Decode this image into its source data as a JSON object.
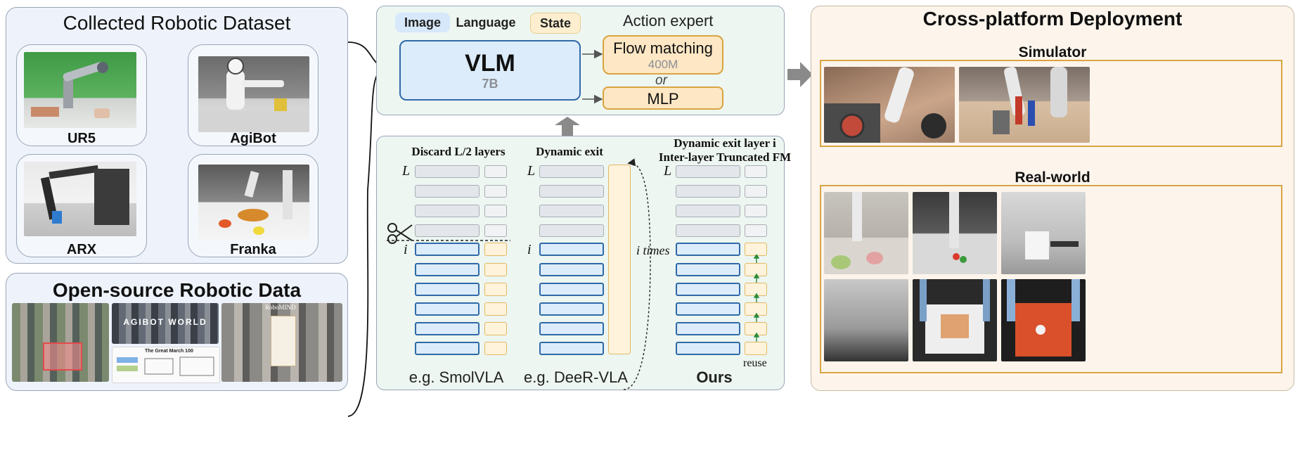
{
  "collected": {
    "title": "Collected Robotic Dataset",
    "robots": [
      "UR5",
      "AgiBot",
      "ARX",
      "Franka"
    ]
  },
  "open_source": {
    "title": "Open-source Robotic Data",
    "mosaic_texts": [
      "AGIBOT WORLD",
      "RoboMIND",
      "The Great March 100"
    ]
  },
  "model": {
    "pill_image": "Image",
    "pill_language": "Language",
    "pill_state": "State",
    "action_expert_label": "Action expert",
    "vlm_title": "VLM",
    "vlm_size": "7B",
    "flow_matching_label": "Flow matching",
    "flow_matching_size": "400M",
    "or_label": "or",
    "mlp_label": "MLP"
  },
  "strategies": {
    "col1_title": "Discard L/2 layers",
    "col2_title": "Dynamic exit",
    "col3_title_line1": "Dynamic exit layer i",
    "col3_title_line2": "Inter-layer Truncated FM",
    "layer_L": "L",
    "layer_i": "i",
    "i_times": "i times",
    "reuse": "reuse",
    "col1_footer": "e.g. SmolVLA",
    "col2_footer": "e.g. DeeR-VLA",
    "col3_footer": "Ours"
  },
  "deployment": {
    "title": "Cross-platform Deployment",
    "simulator_label": "Simulator",
    "real_world_label": "Real-world"
  },
  "colors": {
    "panel_bg": "#eef3fb",
    "panel_border": "#9aa6b8",
    "model_bg": "#edf6f1",
    "deploy_bg": "#fdf5ec",
    "vlm_fill": "#dcecfa",
    "vlm_border": "#2f6aa8",
    "expert_fill": "#fde7c4",
    "expert_border": "#d9a441",
    "arrow_gray": "#8a8a8a"
  }
}
